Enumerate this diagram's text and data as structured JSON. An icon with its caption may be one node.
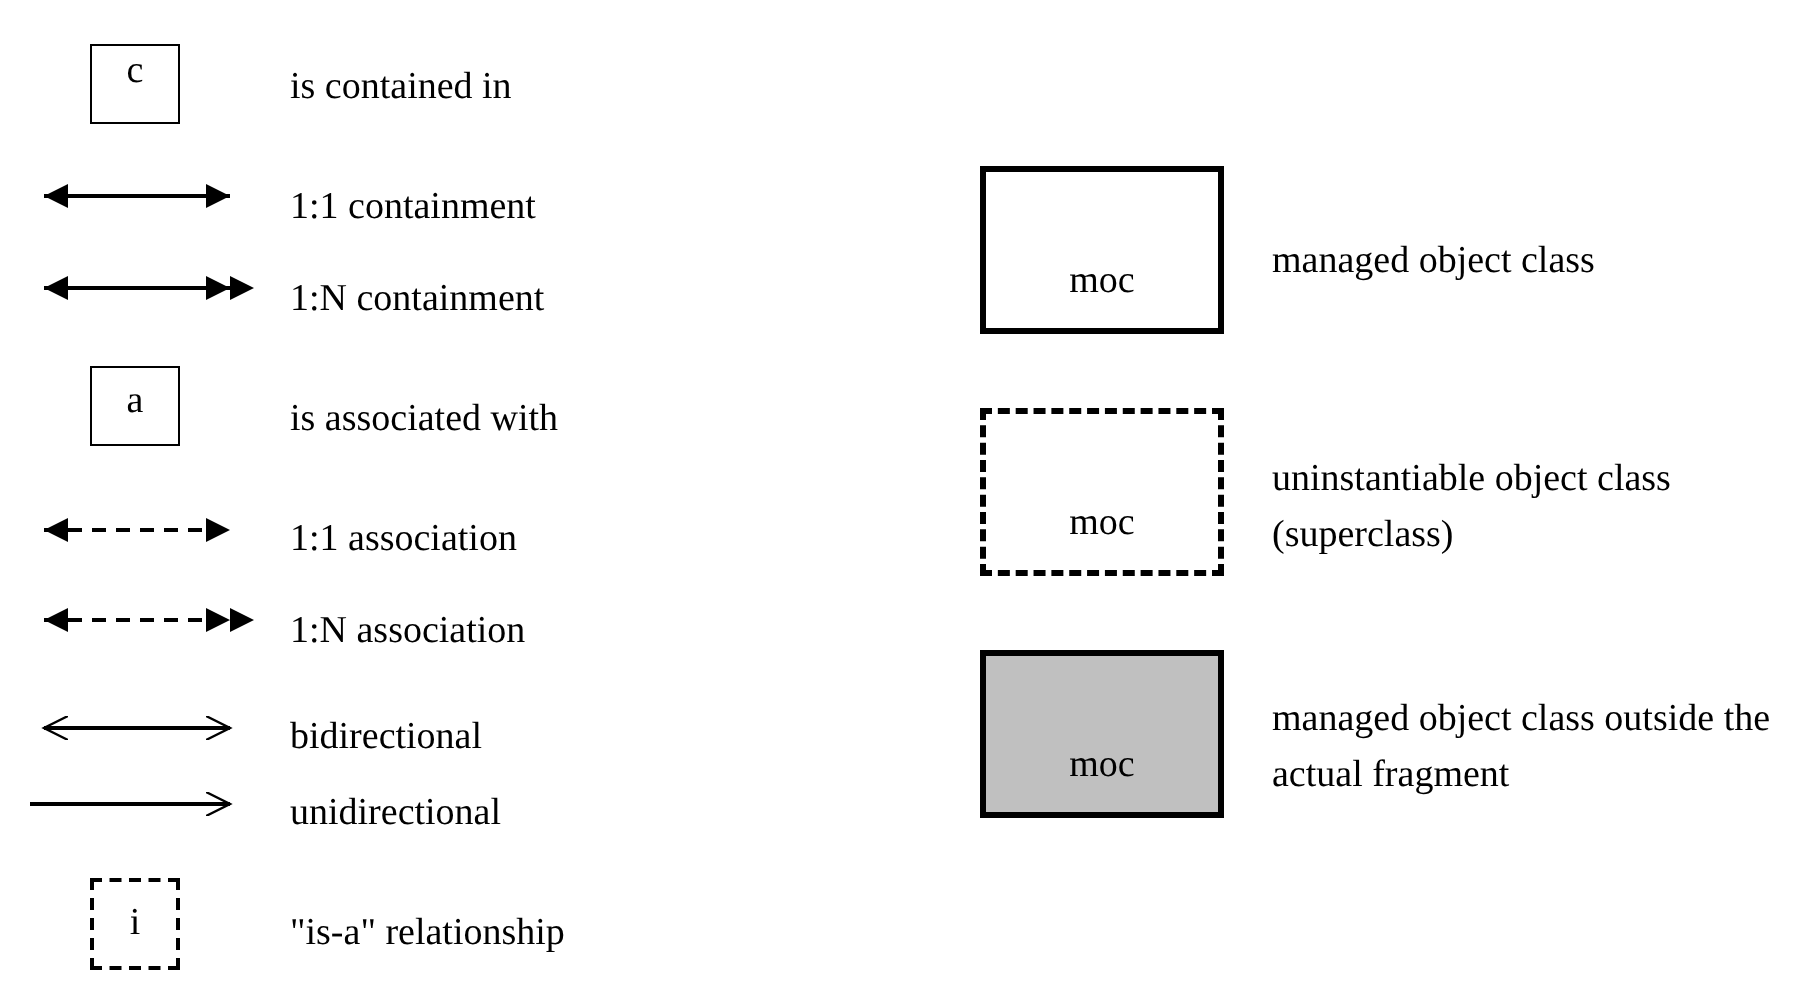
{
  "diagram": {
    "nodes": [
      {
        "text": [
          "c"
        ],
        "beside": [
          "is contained in"
        ]
      },
      {
        "text": [
          "a"
        ],
        "beside": [
          "is associated with"
        ]
      },
      {
        "text": [
          "i"
        ],
        "beside": [
          "\"is-a\" relationship"
        ]
      },
      {
        "text": [
          "moc"
        ],
        "beside": [
          "managed object class"
        ]
      },
      {
        "text": [
          "moc"
        ],
        "beside": [
          "uninstantiable object class (superclass)"
        ]
      },
      {
        "text": [
          "moc"
        ],
        "beside": [
          "managed object class outside the actual fragment"
        ]
      }
    ],
    "legend": [
      {
        "text": "1:1 containment"
      },
      {
        "text": "1:N containment"
      },
      {
        "text": "1:1 association"
      },
      {
        "text": "1:N association"
      },
      {
        "text": "bidirectional"
      },
      {
        "text": "unidirectional"
      }
    ]
  }
}
